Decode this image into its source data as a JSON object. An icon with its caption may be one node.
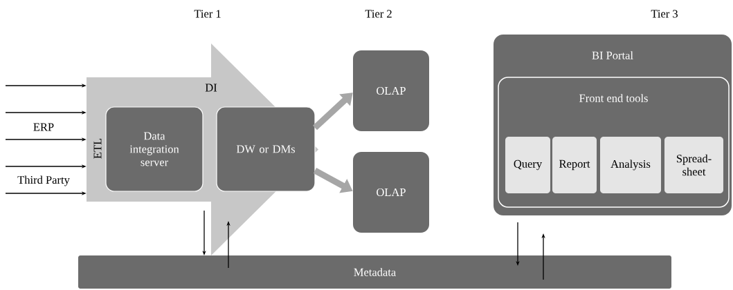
{
  "diagram": {
    "nodes": [
      {
        "text": [
          "DI",
          "ETL"
        ]
      },
      {
        "text": [
          "Data integration server"
        ],
        "in": 0
      },
      {
        "text": [
          "DW or DMs"
        ],
        "in": 0
      },
      {
        "text": [
          "OLAP"
        ]
      },
      {
        "text": [
          "OLAP"
        ]
      },
      {
        "text": [
          "BI Portal"
        ]
      },
      {
        "text": [
          "Front end tools"
        ],
        "in": 5
      },
      {
        "text": [
          "Query"
        ],
        "in": 6
      },
      {
        "text": [
          "Report"
        ],
        "in": 6
      },
      {
        "text": [
          "Analysis"
        ],
        "in": 6
      },
      {
        "text": [
          "Spread- sheet"
        ],
        "in": 6
      },
      {
        "text": [
          "Metadata"
        ]
      }
    ],
    "edges": [
      {
        "from": null,
        "to": 0,
        "arrow": "to"
      },
      {
        "from": null,
        "to": 0,
        "arrow": "to"
      },
      {
        "from": null,
        "to": 0,
        "arrow": "to",
        "label": "ERP"
      },
      {
        "from": null,
        "to": 0,
        "arrow": "to"
      },
      {
        "from": null,
        "to": 0,
        "arrow": "to",
        "label": "Third Party"
      },
      {
        "from": 2,
        "to": 3,
        "arrow": "to",
        "style": "thick",
        "color": "#a6a6a6"
      },
      {
        "from": 2,
        "to": 4,
        "arrow": "to",
        "style": "thick",
        "color": "#a6a6a6"
      },
      {
        "from": 0,
        "to": 11,
        "arrow": "to"
      },
      {
        "from": 11,
        "to": 0,
        "arrow": "to"
      },
      {
        "from": 5,
        "to": 11,
        "arrow": "to"
      },
      {
        "from": 11,
        "to": 5,
        "arrow": "to"
      }
    ],
    "labels": [
      "Tier 1",
      "Tier 2",
      "Tier 3"
    ]
  }
}
